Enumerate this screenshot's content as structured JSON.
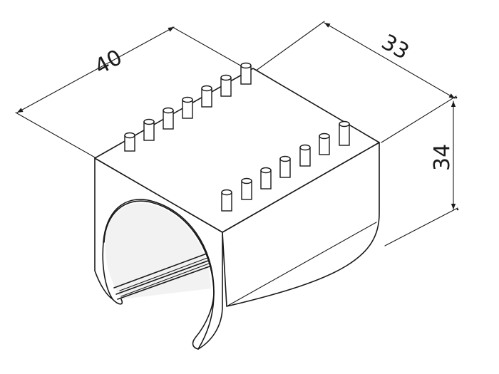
{
  "drawing": {
    "dimensions": {
      "width": "40",
      "depth": "33",
      "height": "34"
    },
    "colors": {
      "line": "#1a1a1a",
      "background": "#ffffff"
    }
  }
}
